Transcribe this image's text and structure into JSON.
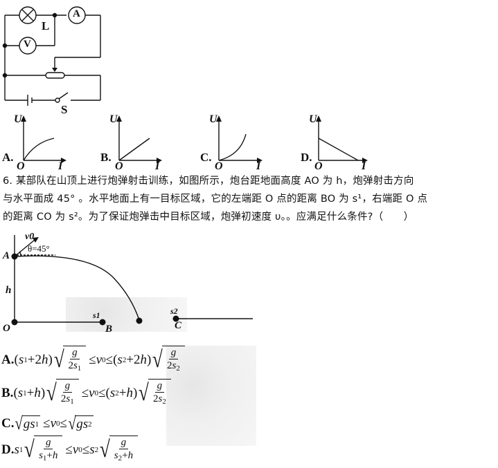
{
  "circuit": {
    "lamp_label": "L",
    "ammeter_label": "A",
    "voltmeter_label": "V",
    "switch_label": "S"
  },
  "graph_options": [
    {
      "letter": "A.",
      "y_axis": "U",
      "x_axis": "I",
      "origin": "O",
      "curve": "concave-down"
    },
    {
      "letter": "B.",
      "y_axis": "U",
      "x_axis": "I",
      "origin": "O",
      "curve": "linear-increasing"
    },
    {
      "letter": "C.",
      "y_axis": "U",
      "x_axis": "I",
      "origin": "O",
      "curve": "concave-up"
    },
    {
      "letter": "D.",
      "y_axis": "U",
      "x_axis": "I",
      "origin": "O",
      "curve": "linear-decreasing"
    }
  ],
  "question": {
    "line1": "6. 某部队在山顶上进行炮弹射击训练，如图所示，炮台距地面高度 AO 为 h，炮弹射击方向",
    "line2": "与水平面成 45° 。水平地面上有一目标区域，它的左端距 O 点的距离 BO 为 s¹，右端距 O 点",
    "line3": "的距离 CO 为 s²。为了保证炮弹击中目标区域，炮弹初速度 υ。。应满足什么条件?（　　）"
  },
  "trajectory_figure": {
    "velocity_label": "v0",
    "angle_label": "θ=45°",
    "point_A": "A",
    "height_label": "h",
    "origin": "O",
    "s1_label": "s1",
    "point_B": "B",
    "s2_label": "s2",
    "point_C": "C"
  },
  "answer_options": {
    "A": {
      "letter": "A.",
      "text": "(s1+2h)√(g/2s1) ≤ v0 ≤ (s2+2h)√(g/2s2)"
    },
    "B": {
      "letter": "B.",
      "text": "(s1+h)√(g/2s1) ≤ v0 ≤ (s2+h)√(g/2s2)"
    },
    "C": {
      "letter": "C.",
      "text": "√(gs1) ≤ v0 ≤ √(gs2)"
    },
    "D": {
      "letter": "D.",
      "text": "s1√(g/(s1+h)) ≤ v0 ≤ s2√(g/(s2+h))"
    }
  },
  "symbols": {
    "leq": "≤",
    "v0": "v",
    "g": "g",
    "s": "s",
    "h": "h",
    "sub1": "1",
    "sub2": "2",
    "two": "2",
    "plus": "+",
    "lparen": "(",
    "rparen": ")"
  }
}
